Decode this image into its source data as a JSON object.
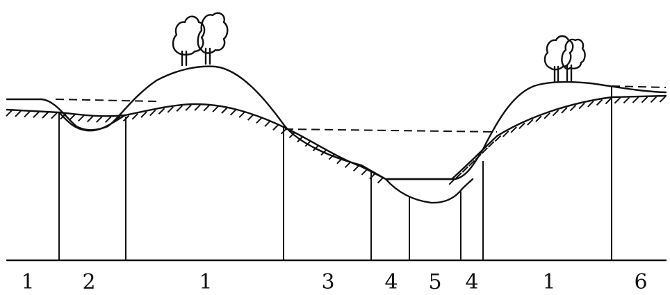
{
  "zone_labels": [
    "1",
    "2",
    "1",
    "3",
    "4",
    "5",
    "4",
    "1",
    "6"
  ]
}
